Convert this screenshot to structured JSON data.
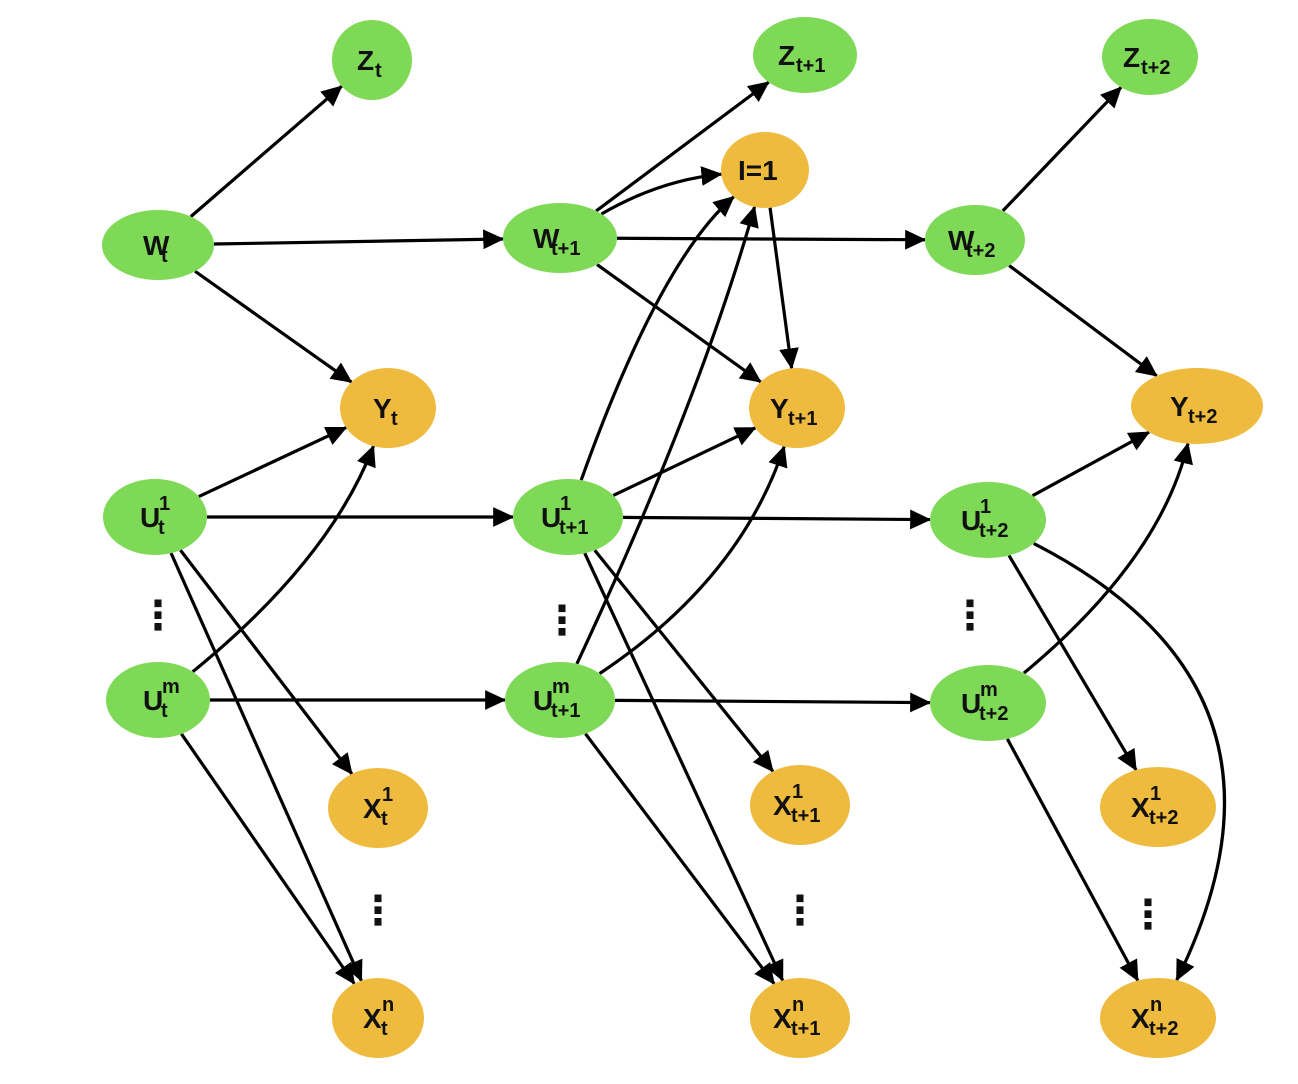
{
  "colors": {
    "green": "#7ED957",
    "orange": "#EFBB3E",
    "edge": "#000000"
  },
  "nodes": [
    {
      "id": "Zt",
      "color": "green",
      "main": "Z",
      "sup": "",
      "sub": "t"
    },
    {
      "id": "Zt1",
      "color": "green",
      "main": "Z",
      "sup": "",
      "sub": "t+1"
    },
    {
      "id": "Zt2",
      "color": "green",
      "main": "Z",
      "sup": "",
      "sub": "t+2"
    },
    {
      "id": "I1",
      "color": "orange",
      "main": "I=1",
      "sup": "",
      "sub": ""
    },
    {
      "id": "Wt",
      "color": "green",
      "main": "W",
      "sup": "",
      "sub": "t"
    },
    {
      "id": "Wt1",
      "color": "green",
      "main": "W",
      "sup": "",
      "sub": "t+1"
    },
    {
      "id": "Wt2",
      "color": "green",
      "main": "W",
      "sup": "",
      "sub": "t+2"
    },
    {
      "id": "Yt",
      "color": "orange",
      "main": "Y",
      "sup": "",
      "sub": "t"
    },
    {
      "id": "Yt1",
      "color": "orange",
      "main": "Y",
      "sup": "",
      "sub": "t+1"
    },
    {
      "id": "Yt2",
      "color": "orange",
      "main": "Y",
      "sup": "",
      "sub": "t+2"
    },
    {
      "id": "U1t",
      "color": "green",
      "main": "U",
      "sup": "1",
      "sub": "t"
    },
    {
      "id": "U1t1",
      "color": "green",
      "main": "U",
      "sup": "1",
      "sub": "t+1"
    },
    {
      "id": "U1t2",
      "color": "green",
      "main": "U",
      "sup": "1",
      "sub": "t+2"
    },
    {
      "id": "Umt",
      "color": "green",
      "main": "U",
      "sup": "m",
      "sub": "t"
    },
    {
      "id": "Umt1",
      "color": "green",
      "main": "U",
      "sup": "m",
      "sub": "t+1"
    },
    {
      "id": "Umt2",
      "color": "green",
      "main": "U",
      "sup": "m",
      "sub": "t+2"
    },
    {
      "id": "X1t",
      "color": "orange",
      "main": "X",
      "sup": "1",
      "sub": "t"
    },
    {
      "id": "X1t1",
      "color": "orange",
      "main": "X",
      "sup": "1",
      "sub": "t+1"
    },
    {
      "id": "X1t2",
      "color": "orange",
      "main": "X",
      "sup": "1",
      "sub": "t+2"
    },
    {
      "id": "Xnt",
      "color": "orange",
      "main": "X",
      "sup": "n",
      "sub": "t"
    },
    {
      "id": "Xnt1",
      "color": "orange",
      "main": "X",
      "sup": "n",
      "sub": "t+1"
    },
    {
      "id": "Xnt2",
      "color": "orange",
      "main": "X",
      "sup": "n",
      "sub": "t+2"
    }
  ],
  "edges": [
    [
      "Wt",
      "Zt"
    ],
    [
      "Wt",
      "Wt1"
    ],
    [
      "Wt",
      "Yt"
    ],
    [
      "U1t",
      "Yt"
    ],
    [
      "U1t",
      "U1t1"
    ],
    [
      "U1t",
      "X1t"
    ],
    [
      "U1t",
      "Xnt"
    ],
    [
      "Umt",
      "Yt"
    ],
    [
      "Umt",
      "Umt1"
    ],
    [
      "Umt",
      "Xnt"
    ],
    [
      "Wt1",
      "Zt1"
    ],
    [
      "Wt1",
      "I1"
    ],
    [
      "Wt1",
      "Wt2"
    ],
    [
      "Wt1",
      "Yt1"
    ],
    [
      "I1",
      "Yt1"
    ],
    [
      "U1t1",
      "I1"
    ],
    [
      "U1t1",
      "Yt1"
    ],
    [
      "U1t1",
      "U1t2"
    ],
    [
      "U1t1",
      "X1t1"
    ],
    [
      "U1t1",
      "Xnt1"
    ],
    [
      "Umt1",
      "I1"
    ],
    [
      "Umt1",
      "Yt1"
    ],
    [
      "Umt1",
      "Umt2"
    ],
    [
      "Umt1",
      "Xnt1"
    ],
    [
      "Wt2",
      "Zt2"
    ],
    [
      "Wt2",
      "Yt2"
    ],
    [
      "U1t2",
      "Yt2"
    ],
    [
      "U1t2",
      "X1t2"
    ],
    [
      "U1t2",
      "Xnt2"
    ],
    [
      "Umt2",
      "Yt2"
    ],
    [
      "Umt2",
      "Xnt2"
    ]
  ],
  "ellipsis": "⋮"
}
